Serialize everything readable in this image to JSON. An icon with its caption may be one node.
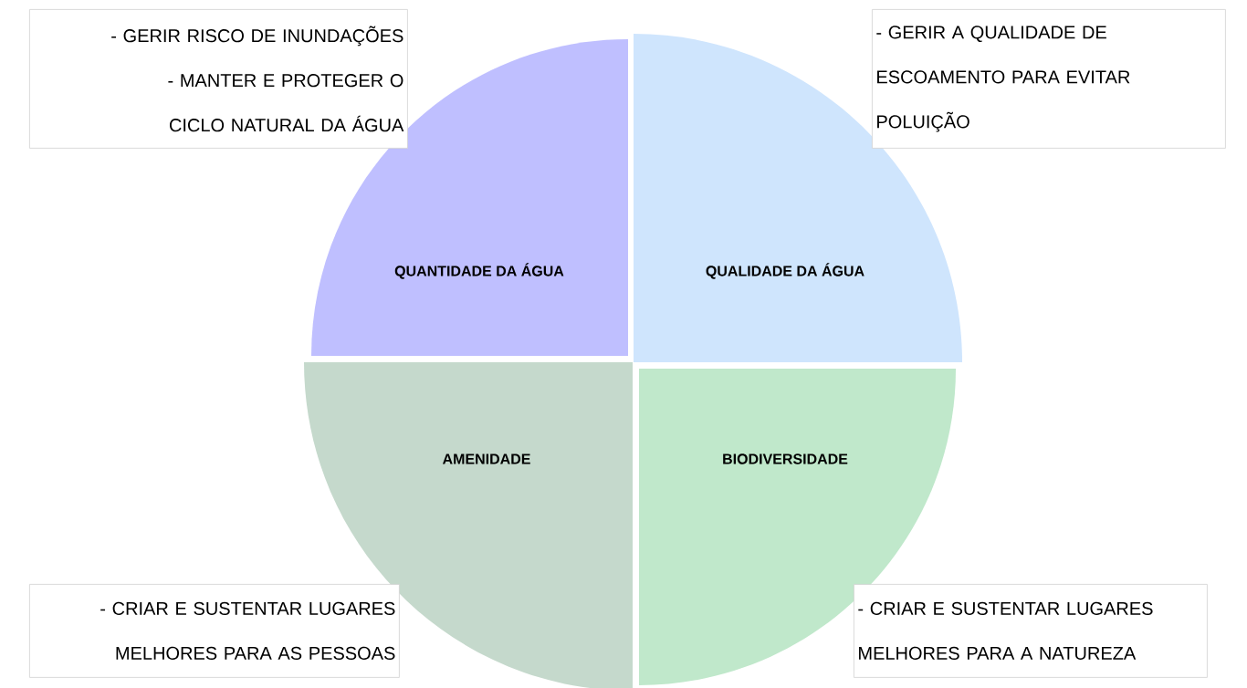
{
  "diagram": {
    "nodes": [
      {
        "text": [
          "- GERIR RISCO DE INUNDAÇÕES",
          "- MANTER E PROTEGER O CICLO NATURAL DA ÁGUA"
        ]
      },
      {
        "text": [
          "- GERIR A QUALIDADE DE ESCOAMENTO PARA EVITAR POLUIÇÃO"
        ]
      },
      {
        "text": [
          "QUANTIDADE DA ÁGUA"
        ]
      },
      {
        "text": [
          "QUALIDADE DA ÁGUA"
        ]
      },
      {
        "text": [
          "AMENIDADE"
        ]
      },
      {
        "text": [
          "BIODIVERSIDADE"
        ]
      },
      {
        "text": [
          "- CRIAR E SUSTENTAR LUGARES MELHORES PARA AS PESSOAS"
        ]
      },
      {
        "text": [
          "- CRIAR E SUSTENTAR LUGARES MELHORES PARA A NATUREZA"
        ]
      }
    ]
  }
}
